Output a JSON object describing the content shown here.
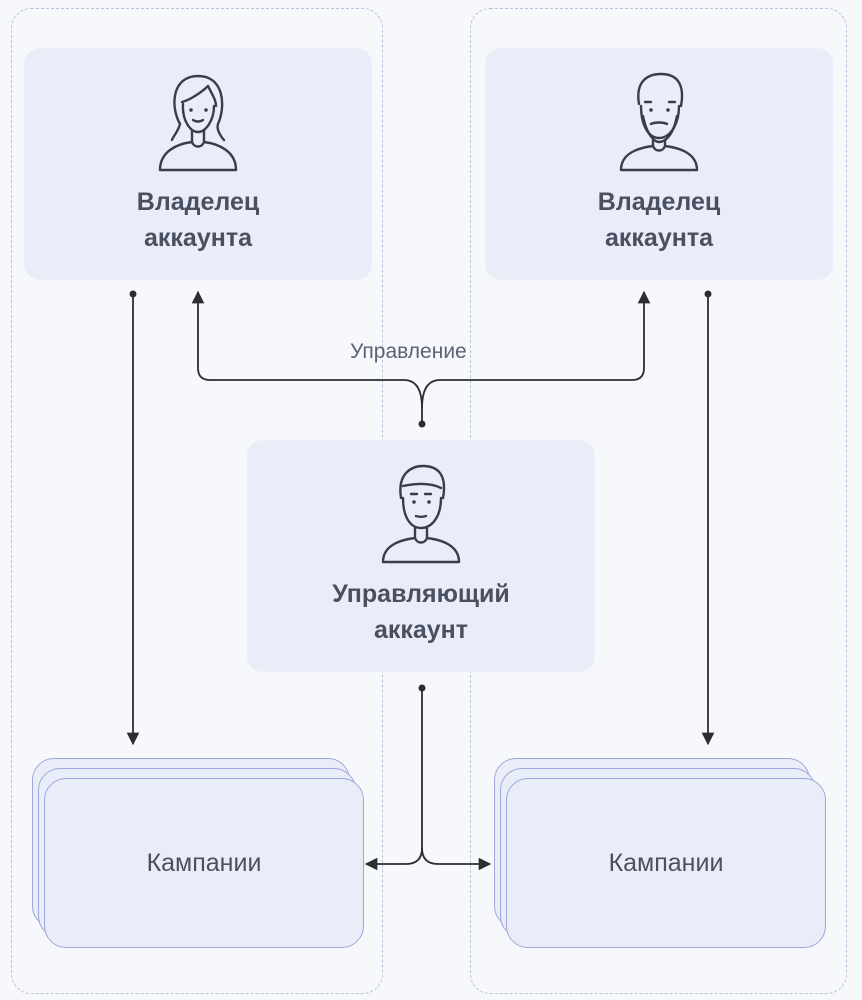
{
  "owner_left": {
    "title_line1": "Владелец",
    "title_line2": "аккаунта",
    "avatar": "woman-avatar-icon"
  },
  "owner_right": {
    "title_line1": "Владелец",
    "title_line2": "аккаунта",
    "avatar": "bearded-man-avatar-icon"
  },
  "manager": {
    "title_line1": "Управляющий",
    "title_line2": "аккаунт",
    "avatar": "man-avatar-icon"
  },
  "campaigns_left": {
    "label": "Кампании"
  },
  "campaigns_right": {
    "label": "Кампании"
  },
  "management_label": "Управление",
  "colors": {
    "card_bg": "#e9edf8",
    "line": "#2b2d33",
    "stack_border": "#9ea6dd",
    "zone_border": "#b9c0dc"
  }
}
